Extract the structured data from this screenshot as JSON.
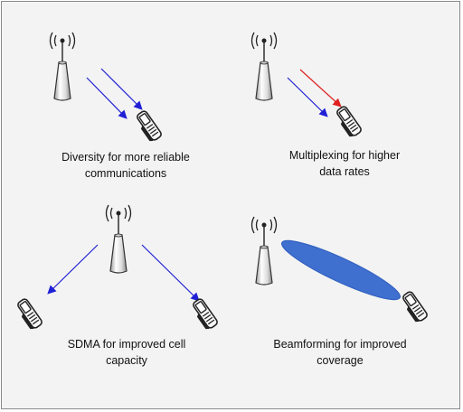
{
  "diagram": {
    "panels": [
      {
        "id": "diversity",
        "caption_line1": "Diversity for more reliable",
        "caption_line2": "communications"
      },
      {
        "id": "multiplexing",
        "caption_line1": "Multiplexing for higher",
        "caption_line2": "data rates"
      },
      {
        "id": "sdma",
        "caption_line1": "SDMA for improved cell",
        "caption_line2": "capacity"
      },
      {
        "id": "beamforming",
        "caption_line1": "Beamforming for improved",
        "caption_line2": "coverage"
      }
    ],
    "colors": {
      "arrow_blue": "#1f1fd6",
      "arrow_red": "#e02020",
      "beam": "#3f6fcf",
      "background": "#f3f3f3"
    },
    "icons": [
      "antenna-tower-icon",
      "mobile-phone-icon",
      "radio-waves-icon"
    ]
  }
}
